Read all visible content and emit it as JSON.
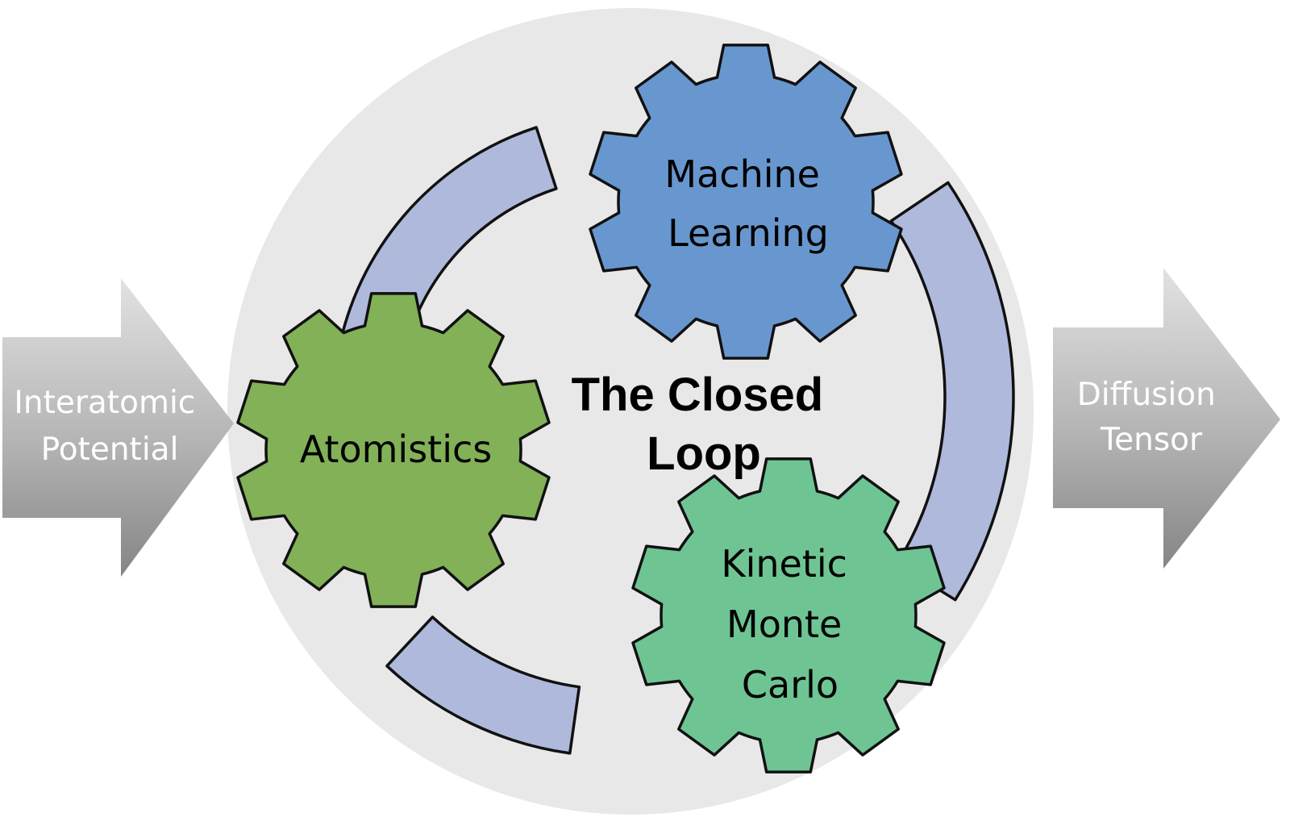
{
  "diagram": {
    "title_lines": [
      "The Closed",
      "Loop"
    ],
    "input_arrow": {
      "lines": [
        "Interatomic",
        "Potential"
      ]
    },
    "output_arrow": {
      "lines": [
        "Diffusion",
        "Tensor"
      ]
    },
    "gears": {
      "atomistics": {
        "lines": [
          "Atomistics"
        ],
        "color": "#82b157"
      },
      "machine_learning": {
        "lines": [
          "Machine",
          "Learning"
        ],
        "color": "#6897cf"
      },
      "kmc": {
        "lines": [
          "Kinetic",
          "Monte",
          "Carlo"
        ],
        "color": "#6ec593"
      }
    },
    "colors": {
      "circle": "#e8e8e9",
      "arc": "#aeb9dc",
      "arrow_light": "#d9d9d9",
      "arrow_dark": "#8a8a8a",
      "outline": "#111111"
    }
  }
}
